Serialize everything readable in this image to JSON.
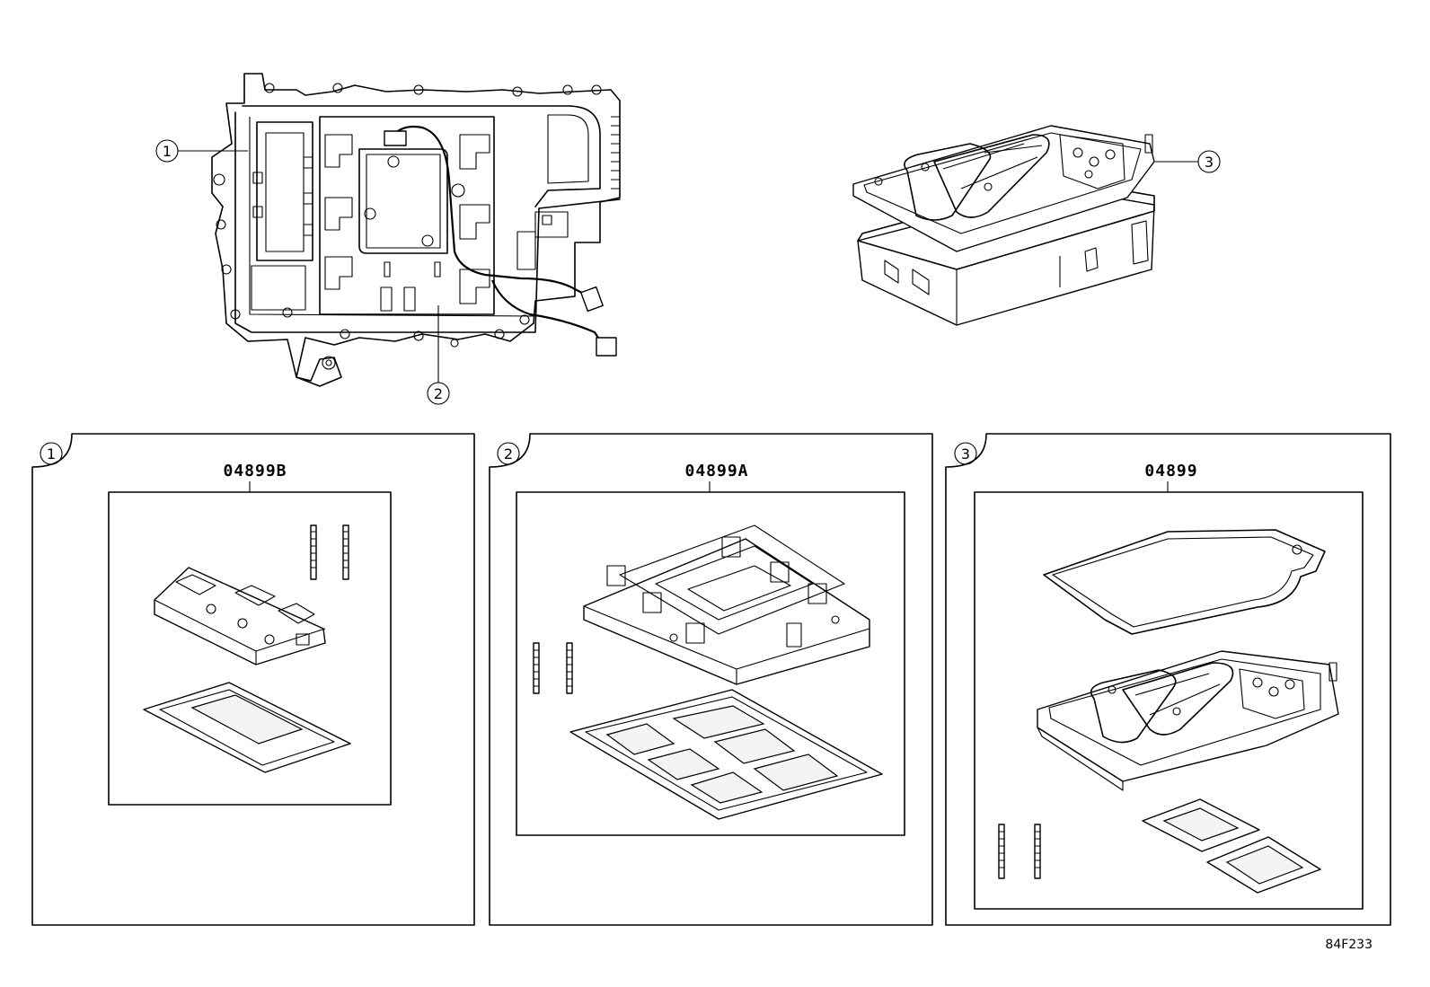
{
  "callouts": [
    {
      "label": "1"
    },
    {
      "label": "2"
    },
    {
      "label": "3"
    }
  ],
  "panels": [
    {
      "tab": "1",
      "part_number": "04899B"
    },
    {
      "tab": "2",
      "part_number": "04899A"
    },
    {
      "tab": "3",
      "part_number": "04899"
    }
  ],
  "figure_code": "84F233"
}
